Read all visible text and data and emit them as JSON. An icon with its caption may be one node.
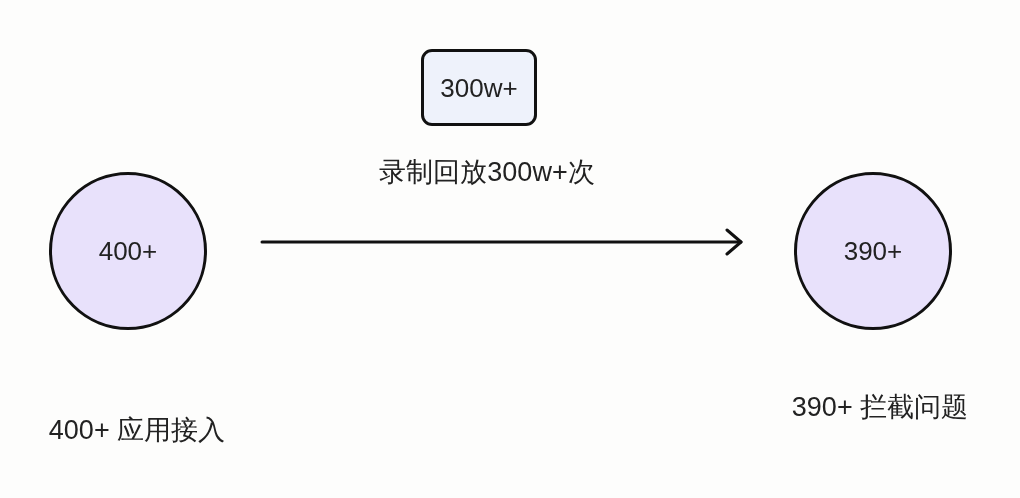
{
  "diagram": {
    "nodes": [
      {
        "text": [
          "400+"
        ],
        "beside": [
          "400+ 应用接入"
        ]
      },
      {
        "text": [
          "300w+"
        ],
        "beside": [
          "录制回放300w+次"
        ]
      },
      {
        "text": [
          "390+"
        ],
        "beside": [
          "390+ 拦截问题"
        ]
      }
    ],
    "edges": [
      {
        "from": 0,
        "to": 2,
        "arrow": "to"
      }
    ]
  }
}
